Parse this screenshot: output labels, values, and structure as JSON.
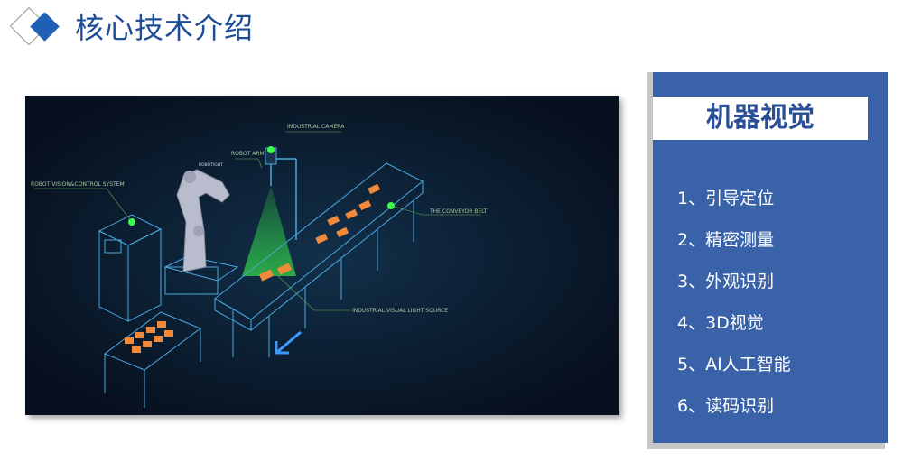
{
  "header": {
    "title": "核心技术介绍"
  },
  "illustration": {
    "labels": {
      "camera": "INDUSTRIAL CAMERA",
      "robot_arm": "ROBOT ARM",
      "vision_system": "ROBOT VISION&CONTROL SYSTEM",
      "conveyor": "THE CONVEYOR BELT",
      "light_source": "INDUSTRIAL VISUAL LIGHT SOURCE",
      "arm_brand": "ROBOTIGHT"
    }
  },
  "panel": {
    "title": "机器视觉",
    "items": [
      "1、引导定位",
      "2、精密测量",
      "3、外观识别",
      "4、3D视觉",
      "5、AI人工智能",
      "6、读码识别"
    ]
  },
  "colors": {
    "accent": "#1f5fb5",
    "panel": "#3a62a8",
    "title": "#1f4e96",
    "illustration_bg": "#0a1628"
  }
}
